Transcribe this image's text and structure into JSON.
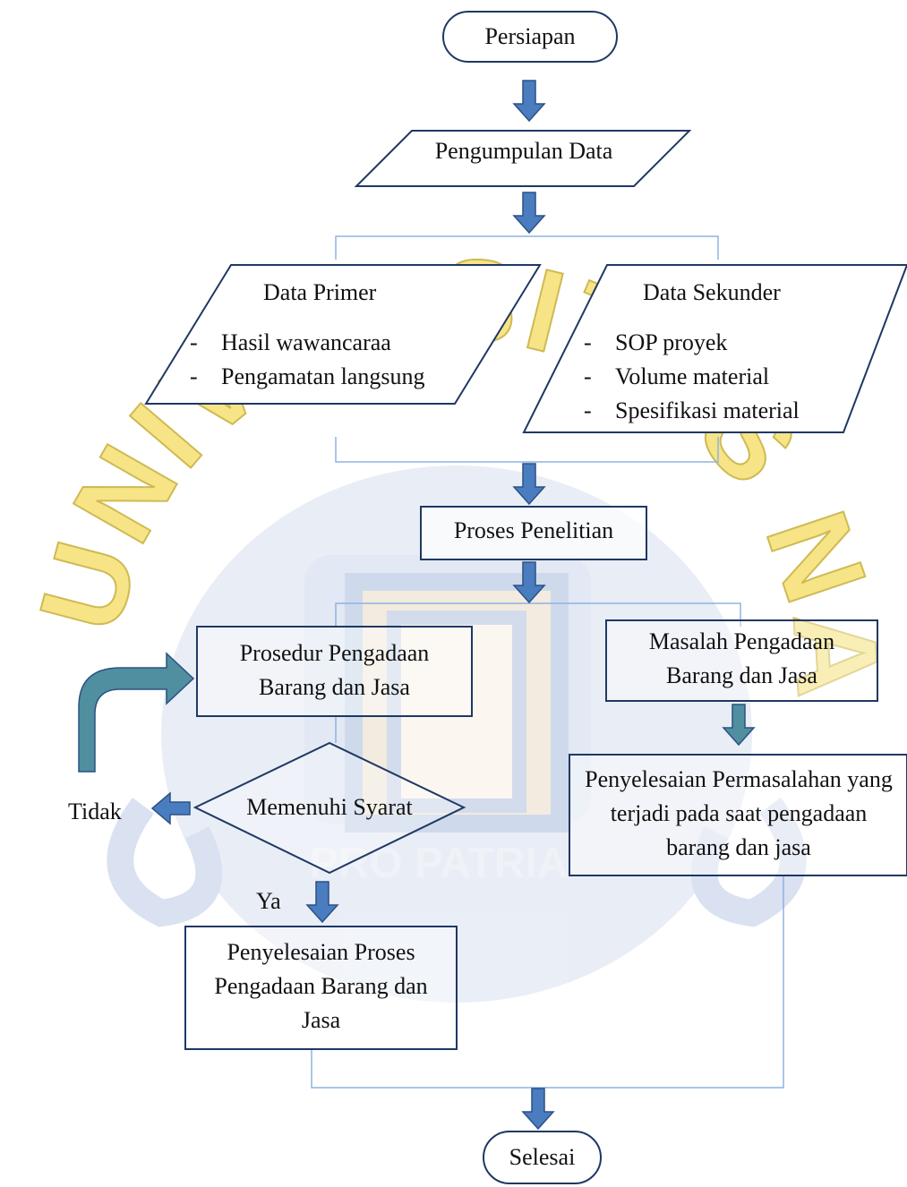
{
  "colors": {
    "node_border": "#1f3864",
    "arrow_fill": "#4a7cc0",
    "arrow_stroke": "#2c5183",
    "connector": "#8db3e2",
    "watermark_blue": "#2e4fa8",
    "watermark_yellow": "#f6e27a"
  },
  "watermark": {
    "ring_text": "UNIVERSITAS NAROTAMA SURABAYA",
    "center_text": "PRO PATRIA"
  },
  "nodes": {
    "start": {
      "label": "Persiapan"
    },
    "collect": {
      "label": "Pengumpulan Data"
    },
    "primary": {
      "title": "Data Primer",
      "items": [
        "Hasil wawancaraa",
        "Pengamatan langsung"
      ]
    },
    "secondary": {
      "title": "Data Sekunder",
      "items": [
        "SOP proyek",
        "Volume material",
        "Spesifikasi material"
      ]
    },
    "process": {
      "label": "Proses Penelitian"
    },
    "procedure": {
      "label": "Prosedur Pengadaan Barang dan Jasa"
    },
    "problem": {
      "label": "Masalah Pengadaan Barang dan Jasa"
    },
    "decision": {
      "label": "Memenuhi Syarat"
    },
    "no_label": "Tidak",
    "yes_label": "Ya",
    "solution": {
      "label": "Penyelesaian Permasalahan yang terjadi pada saat pengadaan barang dan jasa"
    },
    "completion": {
      "label": "Penyelesaian Proses Pengadaan Barang dan Jasa"
    },
    "end": {
      "label": "Selesai"
    }
  },
  "bullet": "-"
}
